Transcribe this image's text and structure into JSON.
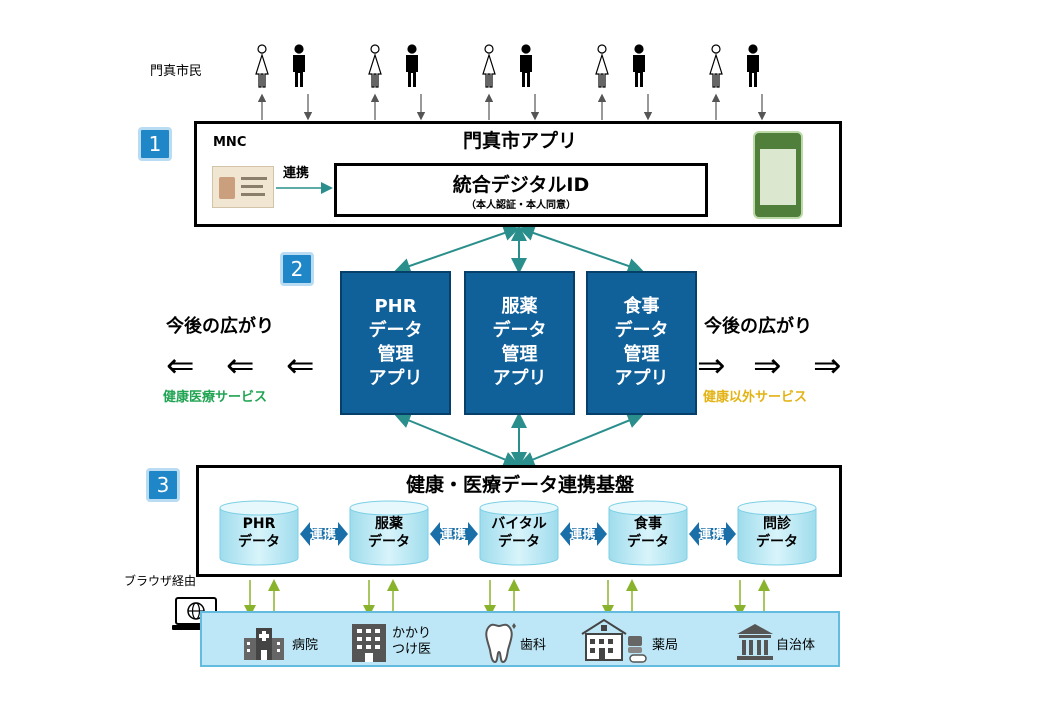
{
  "citizens": {
    "label": "門真市民",
    "pairs": 5
  },
  "badges": [
    "1",
    "2",
    "3"
  ],
  "app_layer": {
    "mnc_label": "MNC",
    "title": "門真市アプリ",
    "link_label": "連携",
    "id_title": "統合デジタルID",
    "id_subtitle": "（本人認証・本人同意）",
    "card_icon": "my-number-card-icon",
    "phone_icon": "smartphone-app-icon"
  },
  "apps": [
    {
      "lines": [
        "PHR",
        "データ",
        "管理",
        "アプリ"
      ]
    },
    {
      "lines": [
        "服薬",
        "データ",
        "管理",
        "アプリ"
      ]
    },
    {
      "lines": [
        "食事",
        "データ",
        "管理",
        "アプリ"
      ]
    }
  ],
  "future": {
    "left_title": "今後の広がり",
    "right_title": "今後の広がり",
    "left_service": "健康医療サービス",
    "right_service": "健康以外サービス",
    "left_arrow": "⇐",
    "right_arrow": "⇒",
    "left_color": "#21a453",
    "right_color": "#e3b314"
  },
  "platform": {
    "title": "健康・医療データ連携基盤",
    "databases": [
      {
        "lines": [
          "PHR",
          "データ"
        ]
      },
      {
        "lines": [
          "服薬",
          "データ"
        ]
      },
      {
        "lines": [
          "バイタル",
          "データ"
        ]
      },
      {
        "lines": [
          "食事",
          "データ"
        ]
      },
      {
        "lines": [
          "問診",
          "データ"
        ]
      }
    ],
    "connector_label": "連携"
  },
  "browser": {
    "label": "ブラウザ経由",
    "icon": "laptop-globe-icon"
  },
  "institutions": [
    {
      "label": "病院",
      "icon": "hospital-icon"
    },
    {
      "label": "かかり\nつけ医",
      "icon": "clinic-building-icon"
    },
    {
      "label": "歯科",
      "icon": "tooth-icon"
    },
    {
      "label": "薬局",
      "icon": "pharmacy-icon"
    },
    {
      "label": "自治体",
      "icon": "government-building-icon"
    }
  ],
  "colors": {
    "badge": "#1f87c8",
    "app_box": "#10609a",
    "connector_teal": "#2a8f8c",
    "arrow_green": "#8ab32d",
    "db_cyan": "#bfecf6",
    "conn_blue": "#1a6fa8",
    "bottom_bar": "#bde7f6"
  }
}
